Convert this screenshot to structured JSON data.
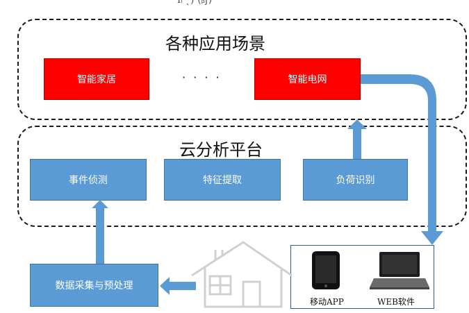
{
  "top_cut_text": "ɪᵢ  ˎ)             (ᵦʃ)",
  "scenarios": {
    "title": "各种应用场景",
    "smart_home": "智能家居",
    "ellipsis": "· · · ·",
    "smart_grid": "智能电网"
  },
  "cloud": {
    "title": "云分析平台",
    "event_detection": "事件侦测",
    "feature_extraction": "特征提取",
    "load_identification": "负荷识别"
  },
  "data_collection": "数据采集与预处理",
  "clients": {
    "mobile_app": "移动APP",
    "web_software": "WEB软件"
  },
  "colors": {
    "scenario_fill": "#ff0000",
    "module_fill": "#5b9bd5",
    "arrow": "#5b9bd5",
    "house": "#d0d0d0"
  }
}
